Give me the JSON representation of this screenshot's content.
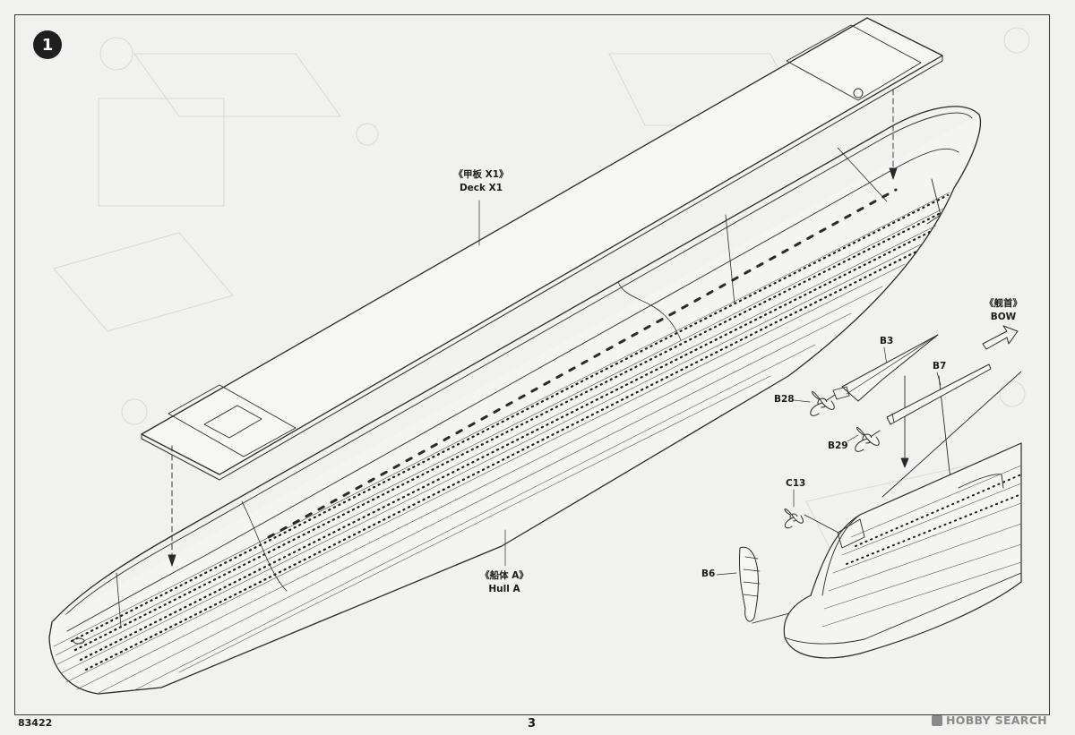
{
  "step": {
    "number": "1"
  },
  "labels": {
    "deck": {
      "cn": "《甲板 X1》",
      "en": "Deck X1"
    },
    "hull": {
      "cn": "《船体 A》",
      "en": "Hull A"
    },
    "bow": {
      "cn": "《舰首》",
      "en": "BOW"
    }
  },
  "parts": {
    "b3": "B3",
    "b7": "B7",
    "b28": "B28",
    "b29": "B29",
    "c13": "C13",
    "b6": "B6"
  },
  "footer": {
    "code": "83422",
    "page": "3"
  },
  "watermark": {
    "text": "HOBBY SEARCH"
  },
  "colors": {
    "ink": "#2a2a2a",
    "paper": "#f1f1ef",
    "ghost": "#d6d6d3"
  },
  "icons": {
    "bow_direction": "outline-arrow-icon",
    "step": "numbered-circle-icon"
  }
}
